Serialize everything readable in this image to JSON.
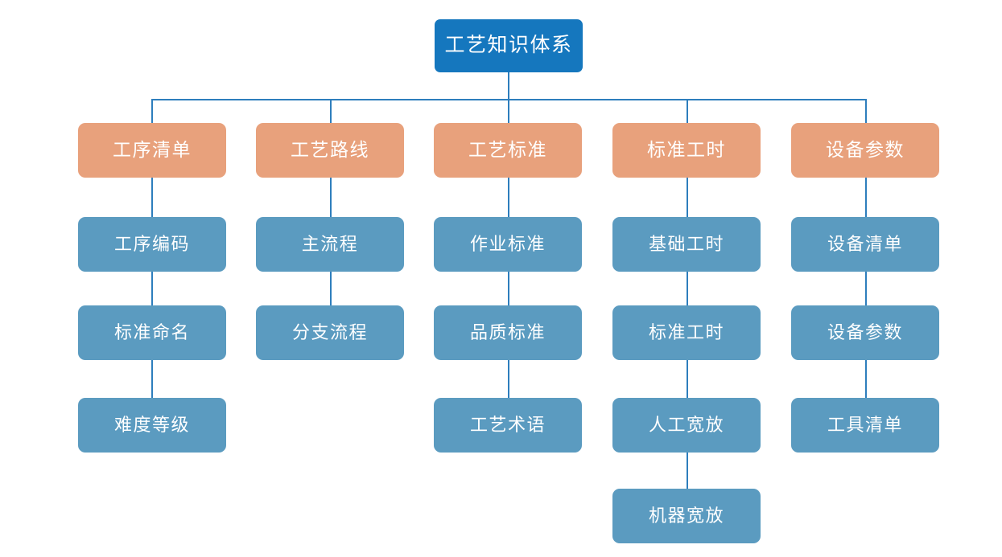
{
  "diagram": {
    "title": "工艺知识体系",
    "type": "org-chart",
    "colors": {
      "root": "#1577be",
      "category": "#e8a17c",
      "leaf": "#5b9bc0",
      "connector": "#2e7ebd",
      "background": "#ffffff",
      "text": "#ffffff"
    },
    "root": {
      "label": "工艺知识体系"
    },
    "branches": [
      {
        "label": "工序清单",
        "children": [
          {
            "label": "工序编码"
          },
          {
            "label": "标准命名"
          },
          {
            "label": "难度等级"
          }
        ]
      },
      {
        "label": "工艺路线",
        "children": [
          {
            "label": "主流程"
          },
          {
            "label": "分支流程"
          }
        ]
      },
      {
        "label": "工艺标准",
        "children": [
          {
            "label": "作业标准"
          },
          {
            "label": "品质标准"
          },
          {
            "label": "工艺术语"
          }
        ]
      },
      {
        "label": "标准工时",
        "children": [
          {
            "label": "基础工时"
          },
          {
            "label": "标准工时"
          },
          {
            "label": "人工宽放"
          },
          {
            "label": "机器宽放"
          }
        ]
      },
      {
        "label": "设备参数",
        "children": [
          {
            "label": "设备清单"
          },
          {
            "label": "设备参数"
          },
          {
            "label": "工具清单"
          }
        ]
      }
    ]
  }
}
